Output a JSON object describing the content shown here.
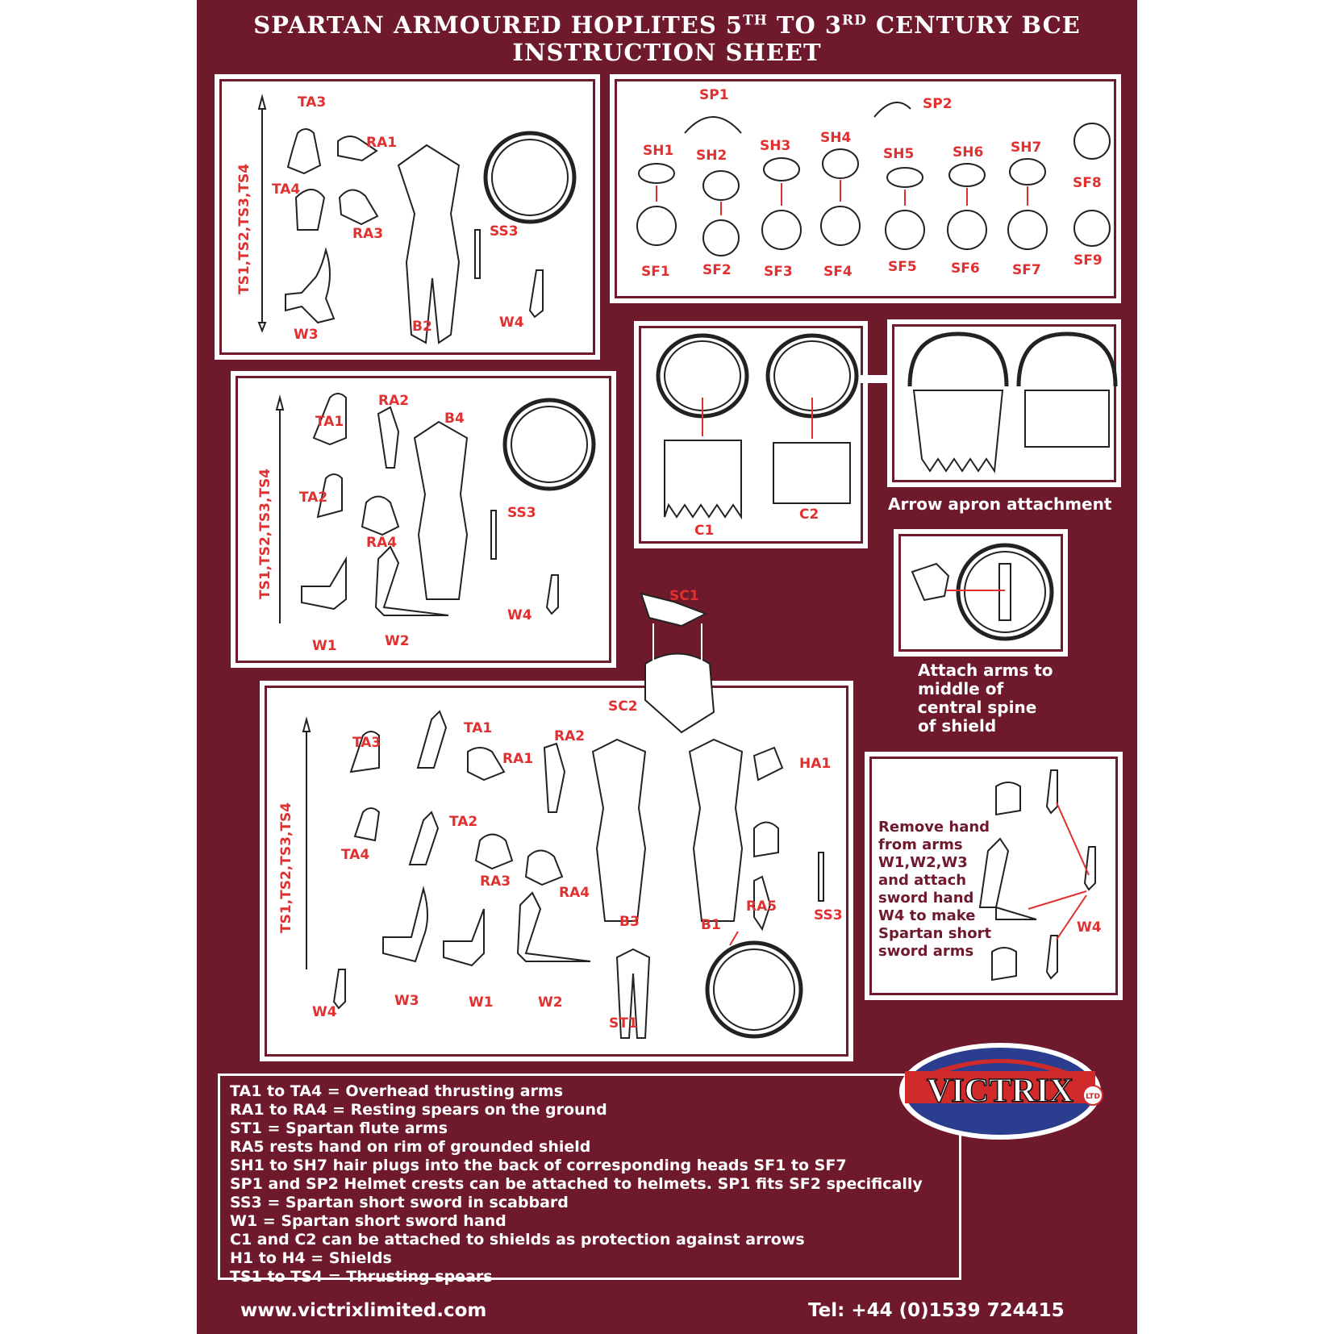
{
  "title": {
    "line1_pre": "SPARTAN ARMOURED HOPLITES 5",
    "sup1": "TH",
    "line1_mid": " TO 3",
    "sup2": "RD",
    "line1_post": " CENTURY BCE",
    "line2": "INSTRUCTION SHEET"
  },
  "panel1": {
    "labels": [
      "TA3",
      "RA1",
      "TA4",
      "RA3",
      "SS3",
      "W3",
      "B2",
      "W4"
    ],
    "spear": "TS1,TS2,TS3,TS4"
  },
  "panel2": {
    "labels": [
      "SP1",
      "SP2",
      "SH1",
      "SH2",
      "SH3",
      "SH4",
      "SH5",
      "SH6",
      "SH7",
      "SF8",
      "SF1",
      "SF2",
      "SF3",
      "SF4",
      "SF5",
      "SF6",
      "SF7",
      "SF9"
    ]
  },
  "panel3": {
    "labels": [
      "TA1",
      "RA2",
      "B4",
      "TA2",
      "SS3",
      "RA4",
      "W4",
      "W1",
      "W2"
    ],
    "spear": "TS1,TS2,TS3,TS4"
  },
  "apron": {
    "labels": [
      "C1",
      "C2"
    ],
    "caption": "Arrow apron attachment"
  },
  "attach": {
    "lines": [
      "Attach arms to",
      "middle of",
      "central spine",
      "of shield"
    ]
  },
  "panel4": {
    "labels": [
      "SC1",
      "SC2",
      "TA3",
      "TA1",
      "RA2",
      "RA1",
      "HA1",
      "TA2",
      "TA4",
      "RA3",
      "RA4",
      "RA5",
      "SS3",
      "B3",
      "B1",
      "W3",
      "W1",
      "W2",
      "W4",
      "ST1"
    ],
    "spear": "TS1,TS2,TS3,TS4"
  },
  "remove_panel": {
    "lines": [
      "Remove hand",
      "from arms",
      "W1,W2,W3",
      "and attach",
      "sword hand",
      "W4 to make",
      "Spartan short",
      "sword arms"
    ],
    "label": "W4"
  },
  "logo": {
    "text": "VICTRIX",
    "ltd": "LTD"
  },
  "legend": [
    "TA1 to TA4 = Overhead thrusting arms",
    "RA1 to RA4 = Resting spears on the ground",
    "ST1 = Spartan flute arms",
    "RA5 rests hand on rim of grounded shield",
    "SH1 to SH7 hair plugs into the back of corresponding heads SF1 to SF7",
    "SP1 and SP2 Helmet crests can be attached to helmets. SP1 fits SF2 specifically",
    "SS3 = Spartan short sword in scabbard",
    "W1 = Spartan short sword hand",
    "C1 and C2 can be attached to shields as protection against arrows",
    "H1 to H4 = Shields",
    "TS1 to TS4 = Thrusting spears"
  ],
  "footer": {
    "website": "www.victrixlimited.com",
    "phone": "Tel: +44 (0)1539 724415"
  },
  "colors": {
    "background": "#6e1a2c",
    "label_red": "#e03030",
    "panel": "#ffffff"
  }
}
